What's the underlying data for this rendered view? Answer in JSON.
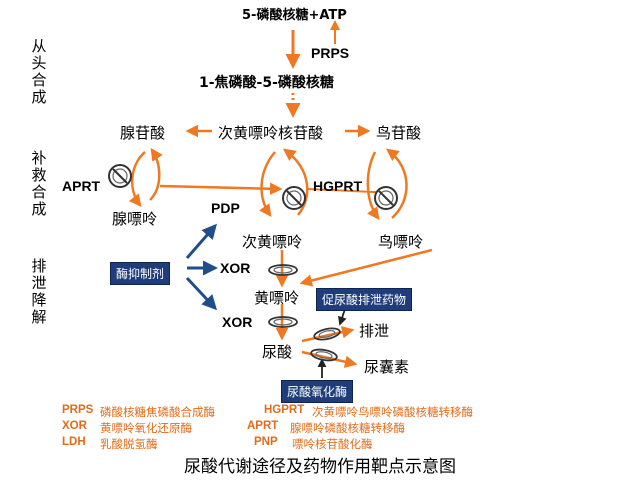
{
  "colors": {
    "flow": "#f07820",
    "enzyme_box": "#1f3d7a",
    "inhibit_arrow": "#1f4e8a",
    "legend_text": "#e36c1a"
  },
  "side_labels": {
    "de_novo": "从头合成",
    "salvage": "补救合成",
    "excretion": "排泄降解"
  },
  "nodes": {
    "r5p_atp": "5-磷酸核糖+ATP",
    "prps": "PRPS",
    "prpp": "1-焦磷酸-5-磷酸核糖",
    "amp": "腺苷酸",
    "imp": "次黄嘌呤核苷酸",
    "gmp": "鸟苷酸",
    "aprt": "APRT",
    "hgprt": "HGPRT",
    "adenine": "腺嘌呤",
    "pdp": "PDP",
    "hypoxanthine": "次黄嘌呤",
    "guanine": "鸟嘌呤",
    "xor1": "XOR",
    "xanthine": "黄嘌呤",
    "xor2": "XOR",
    "uric_acid": "尿酸",
    "excretion": "排泄",
    "allantoin": "尿囊素"
  },
  "drug_boxes": {
    "enzyme_inhibitor": "酶抑制剂",
    "uricosuric": "促尿酸排泄药物",
    "uricase": "尿酸氧化酶"
  },
  "legend": [
    [
      {
        "abbr": "PRPS",
        "desc": "磷酸核糖焦磷酸合成酶"
      },
      {
        "abbr": "HGPRT",
        "desc": "次黄嘌呤鸟嘌呤磷酸核糖转移酶"
      }
    ],
    [
      {
        "abbr": "XOR",
        "desc": "黄嘌呤氧化还原酶"
      },
      {
        "abbr": "APRT",
        "desc": "腺嘌呤磷酸核糖转移酶"
      }
    ],
    [
      {
        "abbr": "LDH",
        "desc": "乳酸脱氢酶"
      },
      {
        "abbr": "PNP",
        "desc": "嘌呤核苷酸化酶"
      }
    ]
  ],
  "caption": "尿酸代谢途径及药物作用靶点示意图",
  "icons": [
    "no-symbol-icon",
    "ring-target-icon"
  ]
}
